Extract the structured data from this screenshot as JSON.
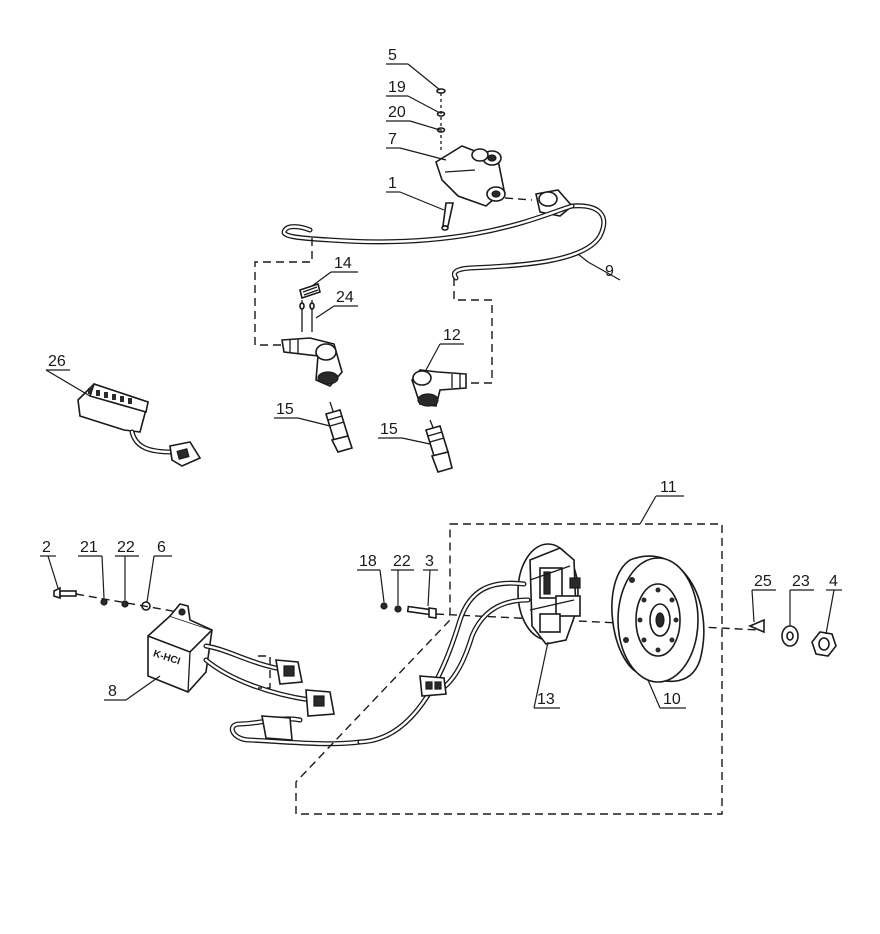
{
  "diagram": {
    "callouts": [
      {
        "id": "c5",
        "text": "5"
      },
      {
        "id": "c19",
        "text": "19"
      },
      {
        "id": "c20",
        "text": "20"
      },
      {
        "id": "c7",
        "text": "7"
      },
      {
        "id": "c1",
        "text": "1"
      },
      {
        "id": "c9",
        "text": "9"
      },
      {
        "id": "c14",
        "text": "14"
      },
      {
        "id": "c24",
        "text": "24"
      },
      {
        "id": "c12",
        "text": "12"
      },
      {
        "id": "c26",
        "text": "26"
      },
      {
        "id": "c15a",
        "text": "15"
      },
      {
        "id": "c15b",
        "text": "15"
      },
      {
        "id": "c11",
        "text": "11"
      },
      {
        "id": "c2",
        "text": "2"
      },
      {
        "id": "c21",
        "text": "21"
      },
      {
        "id": "c22a",
        "text": "22"
      },
      {
        "id": "c6",
        "text": "6"
      },
      {
        "id": "c18",
        "text": "18"
      },
      {
        "id": "c22b",
        "text": "22"
      },
      {
        "id": "c3",
        "text": "3"
      },
      {
        "id": "c25",
        "text": "25"
      },
      {
        "id": "c23",
        "text": "23"
      },
      {
        "id": "c4",
        "text": "4"
      },
      {
        "id": "c8",
        "text": "8"
      },
      {
        "id": "c13",
        "text": "13"
      },
      {
        "id": "c10",
        "text": "10"
      }
    ],
    "cdi_label": "K-HCI"
  }
}
